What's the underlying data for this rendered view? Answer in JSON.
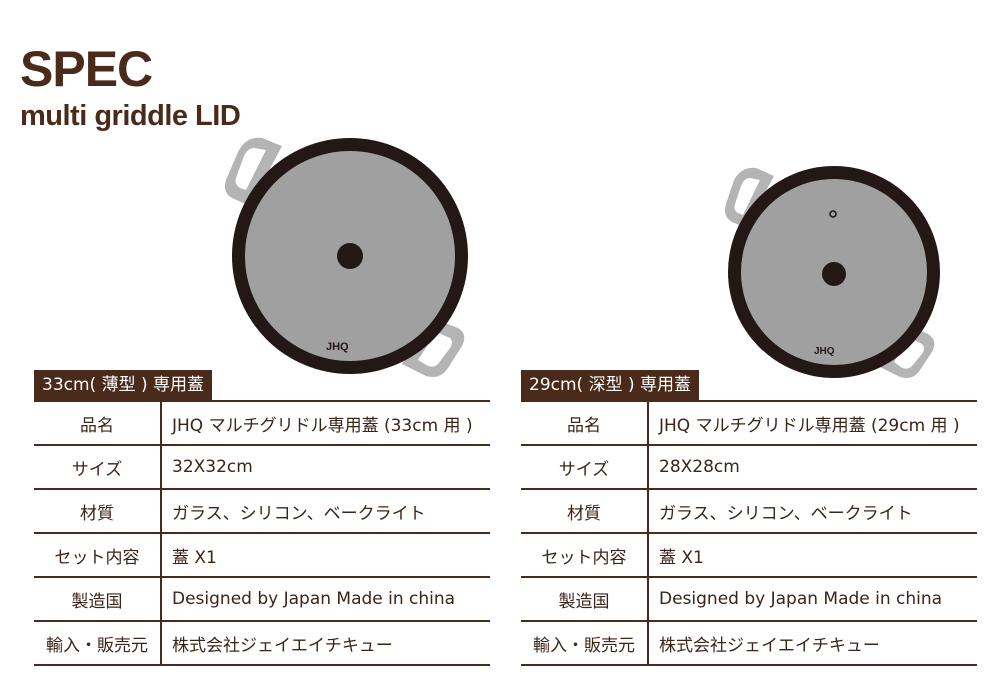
{
  "header": {
    "title": "SPEC",
    "subtitle": "multi griddle LID"
  },
  "products": [
    {
      "heading": "33cm( 薄型 ) 専用蓋",
      "image": {
        "brand_mark": "JHQ",
        "has_vent_hole": false
      },
      "rows": [
        {
          "label": "品名",
          "value": "JHQ マルチグリドル専用蓋 (33cm 用 )"
        },
        {
          "label": "サイズ",
          "value": "32X32cm"
        },
        {
          "label": "材質",
          "value": "ガラス、シリコン、ベークライト"
        },
        {
          "label": "セット内容",
          "value": "蓋 X1"
        },
        {
          "label": "製造国",
          "value": "Designed by Japan Made in china"
        },
        {
          "label": "輸入・販売元",
          "value": "株式会社ジェイエイチキュー"
        }
      ]
    },
    {
      "heading": "29cm( 深型 ) 専用蓋",
      "image": {
        "brand_mark": "JHQ",
        "has_vent_hole": true
      },
      "rows": [
        {
          "label": "品名",
          "value": "JHQ マルチグリドル専用蓋 (29cm 用 )"
        },
        {
          "label": "サイズ",
          "value": "28X28cm"
        },
        {
          "label": "材質",
          "value": "ガラス、シリコン、ベークライト"
        },
        {
          "label": "セット内容",
          "value": "蓋 X1"
        },
        {
          "label": "製造国",
          "value": "Designed by Japan Made in china"
        },
        {
          "label": "輸入・販売元",
          "value": "株式会社ジェイエイチキュー"
        }
      ]
    }
  ],
  "colors": {
    "brand_brown": "#4a2a1a",
    "lid_rim": "#231815",
    "lid_glass": "#a0a0a0",
    "handle": "#b4b4b4"
  }
}
